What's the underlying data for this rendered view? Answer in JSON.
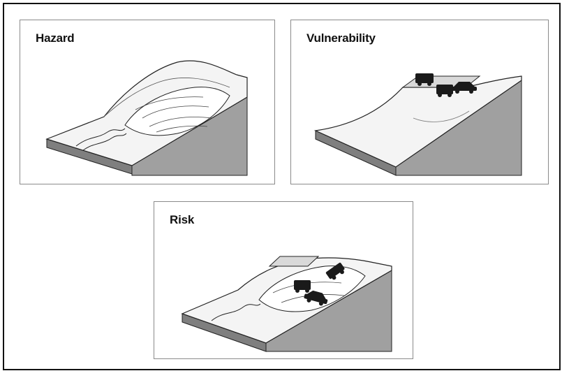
{
  "panels": {
    "hazard": {
      "title": "Hazard"
    },
    "vulnerability": {
      "title": "Vulnerability"
    },
    "risk": {
      "title": "Risk"
    }
  },
  "colors": {
    "rock": "#9b9b9b",
    "slope_face": "#c8c8c8",
    "line": "#222222",
    "vehicle": "#1a1a1a",
    "road": "#d9d9d9"
  }
}
